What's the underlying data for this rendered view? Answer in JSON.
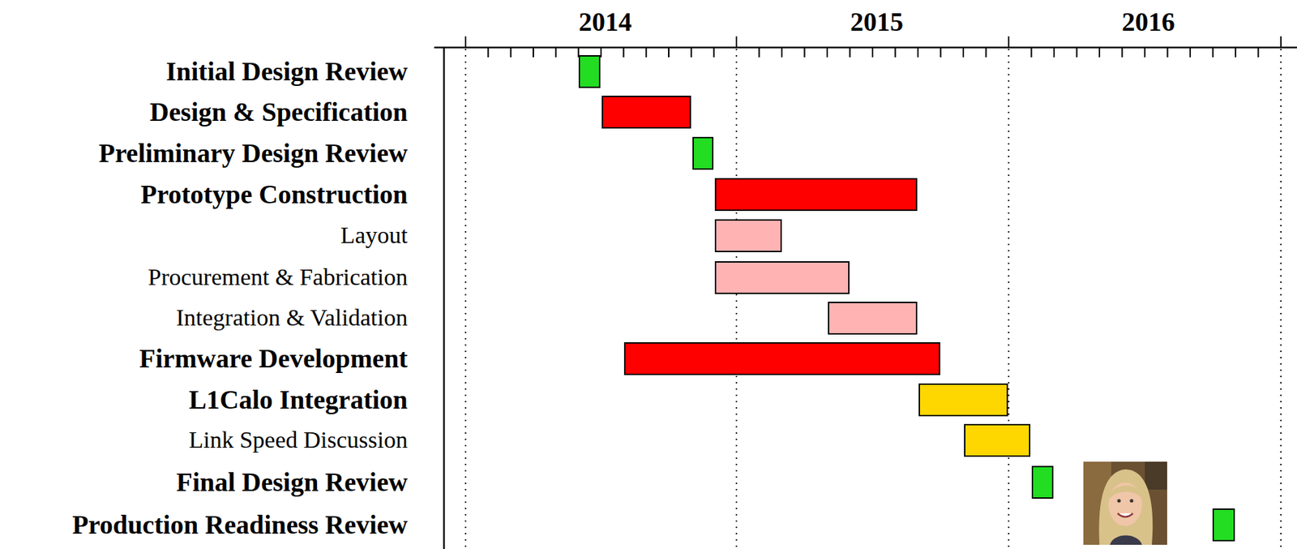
{
  "diagram": {
    "labels": [
      "2014",
      "2015",
      "2016",
      "Initial Design Review",
      "Design & Specification",
      "Preliminary Design Review",
      "Prototype Construction",
      "Layout",
      "Procurement & Fabrication",
      "Integration & Validation",
      "Firmware Development",
      "L1Calo Integration",
      "Link Speed Discussion",
      "Final Design Review",
      "Production Readiness Review"
    ]
  }
}
